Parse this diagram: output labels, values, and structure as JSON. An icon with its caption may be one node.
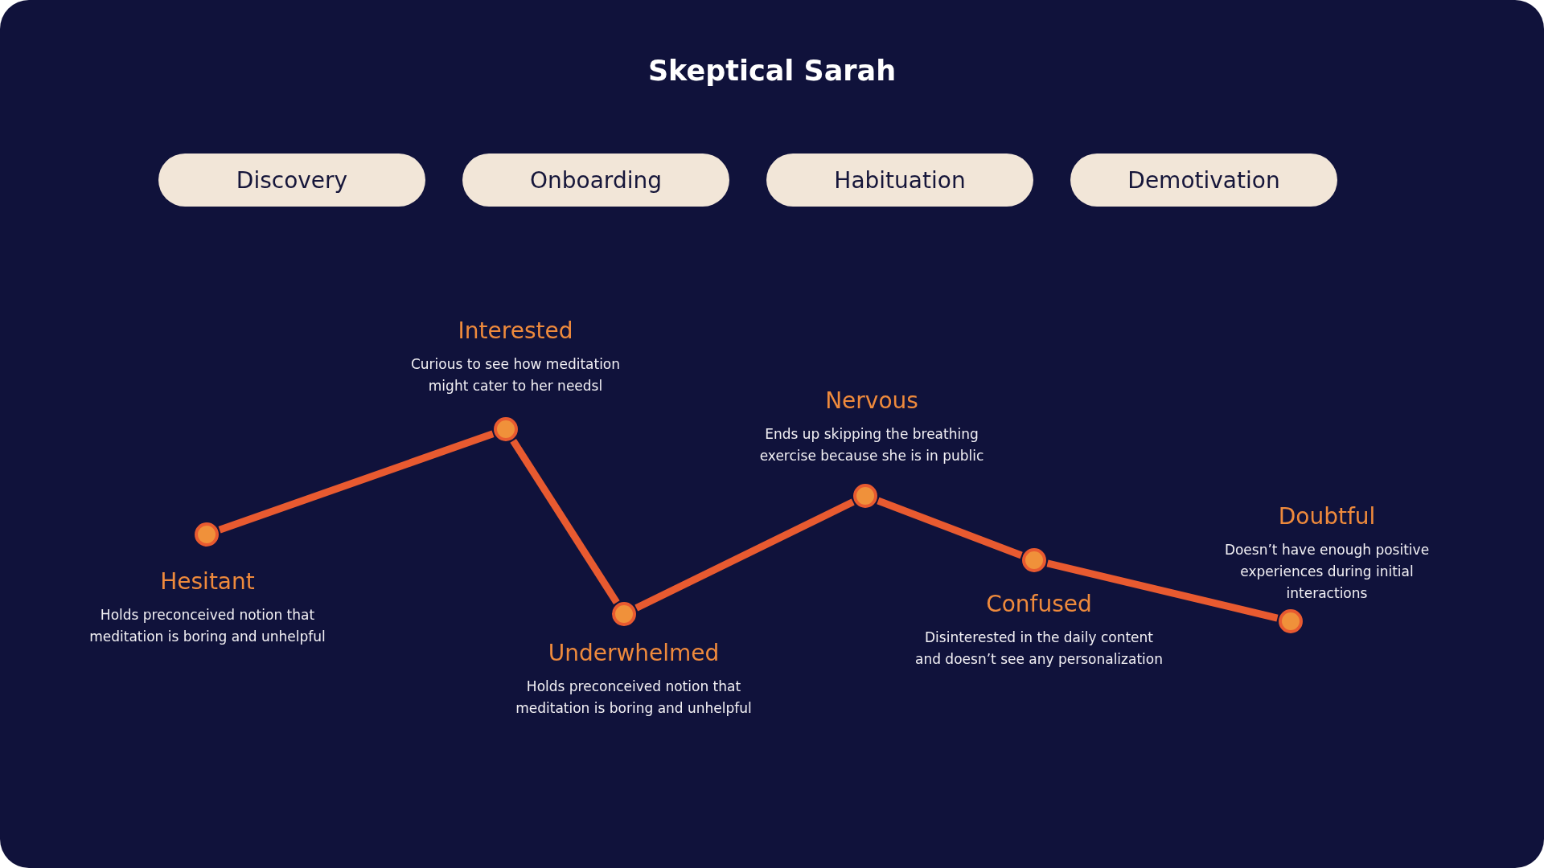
{
  "diagram": {
    "title": "Skeptical Sarah",
    "nodes": [
      {
        "text": [
          "Discovery"
        ]
      },
      {
        "text": [
          "Onboarding"
        ]
      },
      {
        "text": [
          "Habituation"
        ]
      },
      {
        "text": [
          "Demotivation"
        ]
      },
      {
        "text": [],
        "shape": "circle",
        "beside": [
          "Hesitant",
          "Holds preconceived notion that meditation is boring and unhelpful"
        ]
      },
      {
        "text": [],
        "shape": "circle",
        "beside": [
          "Interested",
          "Curious to see how meditation might cater to her needsl"
        ]
      },
      {
        "text": [],
        "shape": "circle",
        "beside": [
          "Underwhelmed",
          "Holds preconceived notion that meditation is boring and unhelpful"
        ]
      },
      {
        "text": [],
        "shape": "circle",
        "beside": [
          "Nervous",
          "Ends up skipping the breathing exercise because she is in public"
        ]
      },
      {
        "text": [],
        "shape": "circle",
        "beside": [
          "Confused",
          "Disinterested in the daily content and doesn’t see any personalization"
        ]
      },
      {
        "text": [],
        "shape": "circle",
        "beside": [
          "Doubtful",
          "Doesn’t have enough positive experiences during initial interactions"
        ]
      }
    ],
    "edges": [
      {
        "from": 4,
        "to": 5,
        "arrow": "none"
      },
      {
        "from": 5,
        "to": 6,
        "arrow": "none"
      },
      {
        "from": 6,
        "to": 7,
        "arrow": "none"
      },
      {
        "from": 7,
        "to": 8,
        "arrow": "none"
      },
      {
        "from": 8,
        "to": 9,
        "arrow": "none"
      }
    ]
  }
}
